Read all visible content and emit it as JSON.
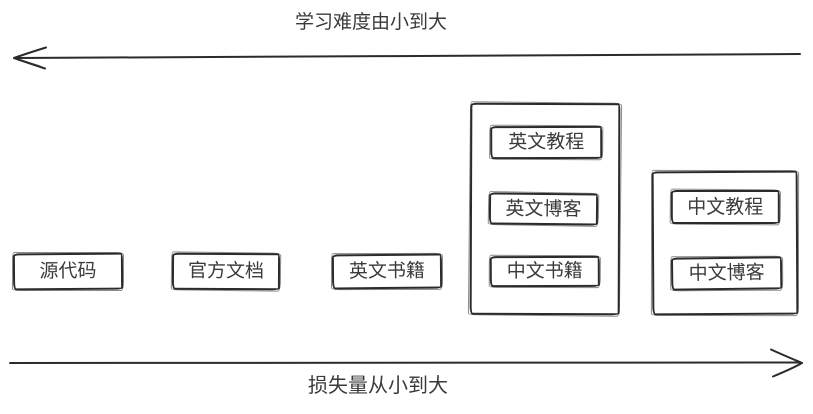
{
  "canvas": {
    "background": "#ffffff",
    "ink_color": "#2b2b2b",
    "text_color": "#3a3a3a"
  },
  "axes": {
    "top": {
      "label": "学习难度由小到大",
      "arrow_direction": "left"
    },
    "bottom": {
      "label": "损失量从小到大",
      "arrow_direction": "right"
    }
  },
  "nodes": [
    {
      "label": "源代码"
    },
    {
      "label": "官方文档"
    },
    {
      "label": "英文书籍"
    }
  ],
  "groups": [
    {
      "items": [
        {
          "label": "英文教程"
        },
        {
          "label": "英文博客"
        },
        {
          "label": "中文书籍"
        }
      ]
    },
    {
      "items": [
        {
          "label": "中文教程"
        },
        {
          "label": "中文博客"
        }
      ]
    }
  ]
}
